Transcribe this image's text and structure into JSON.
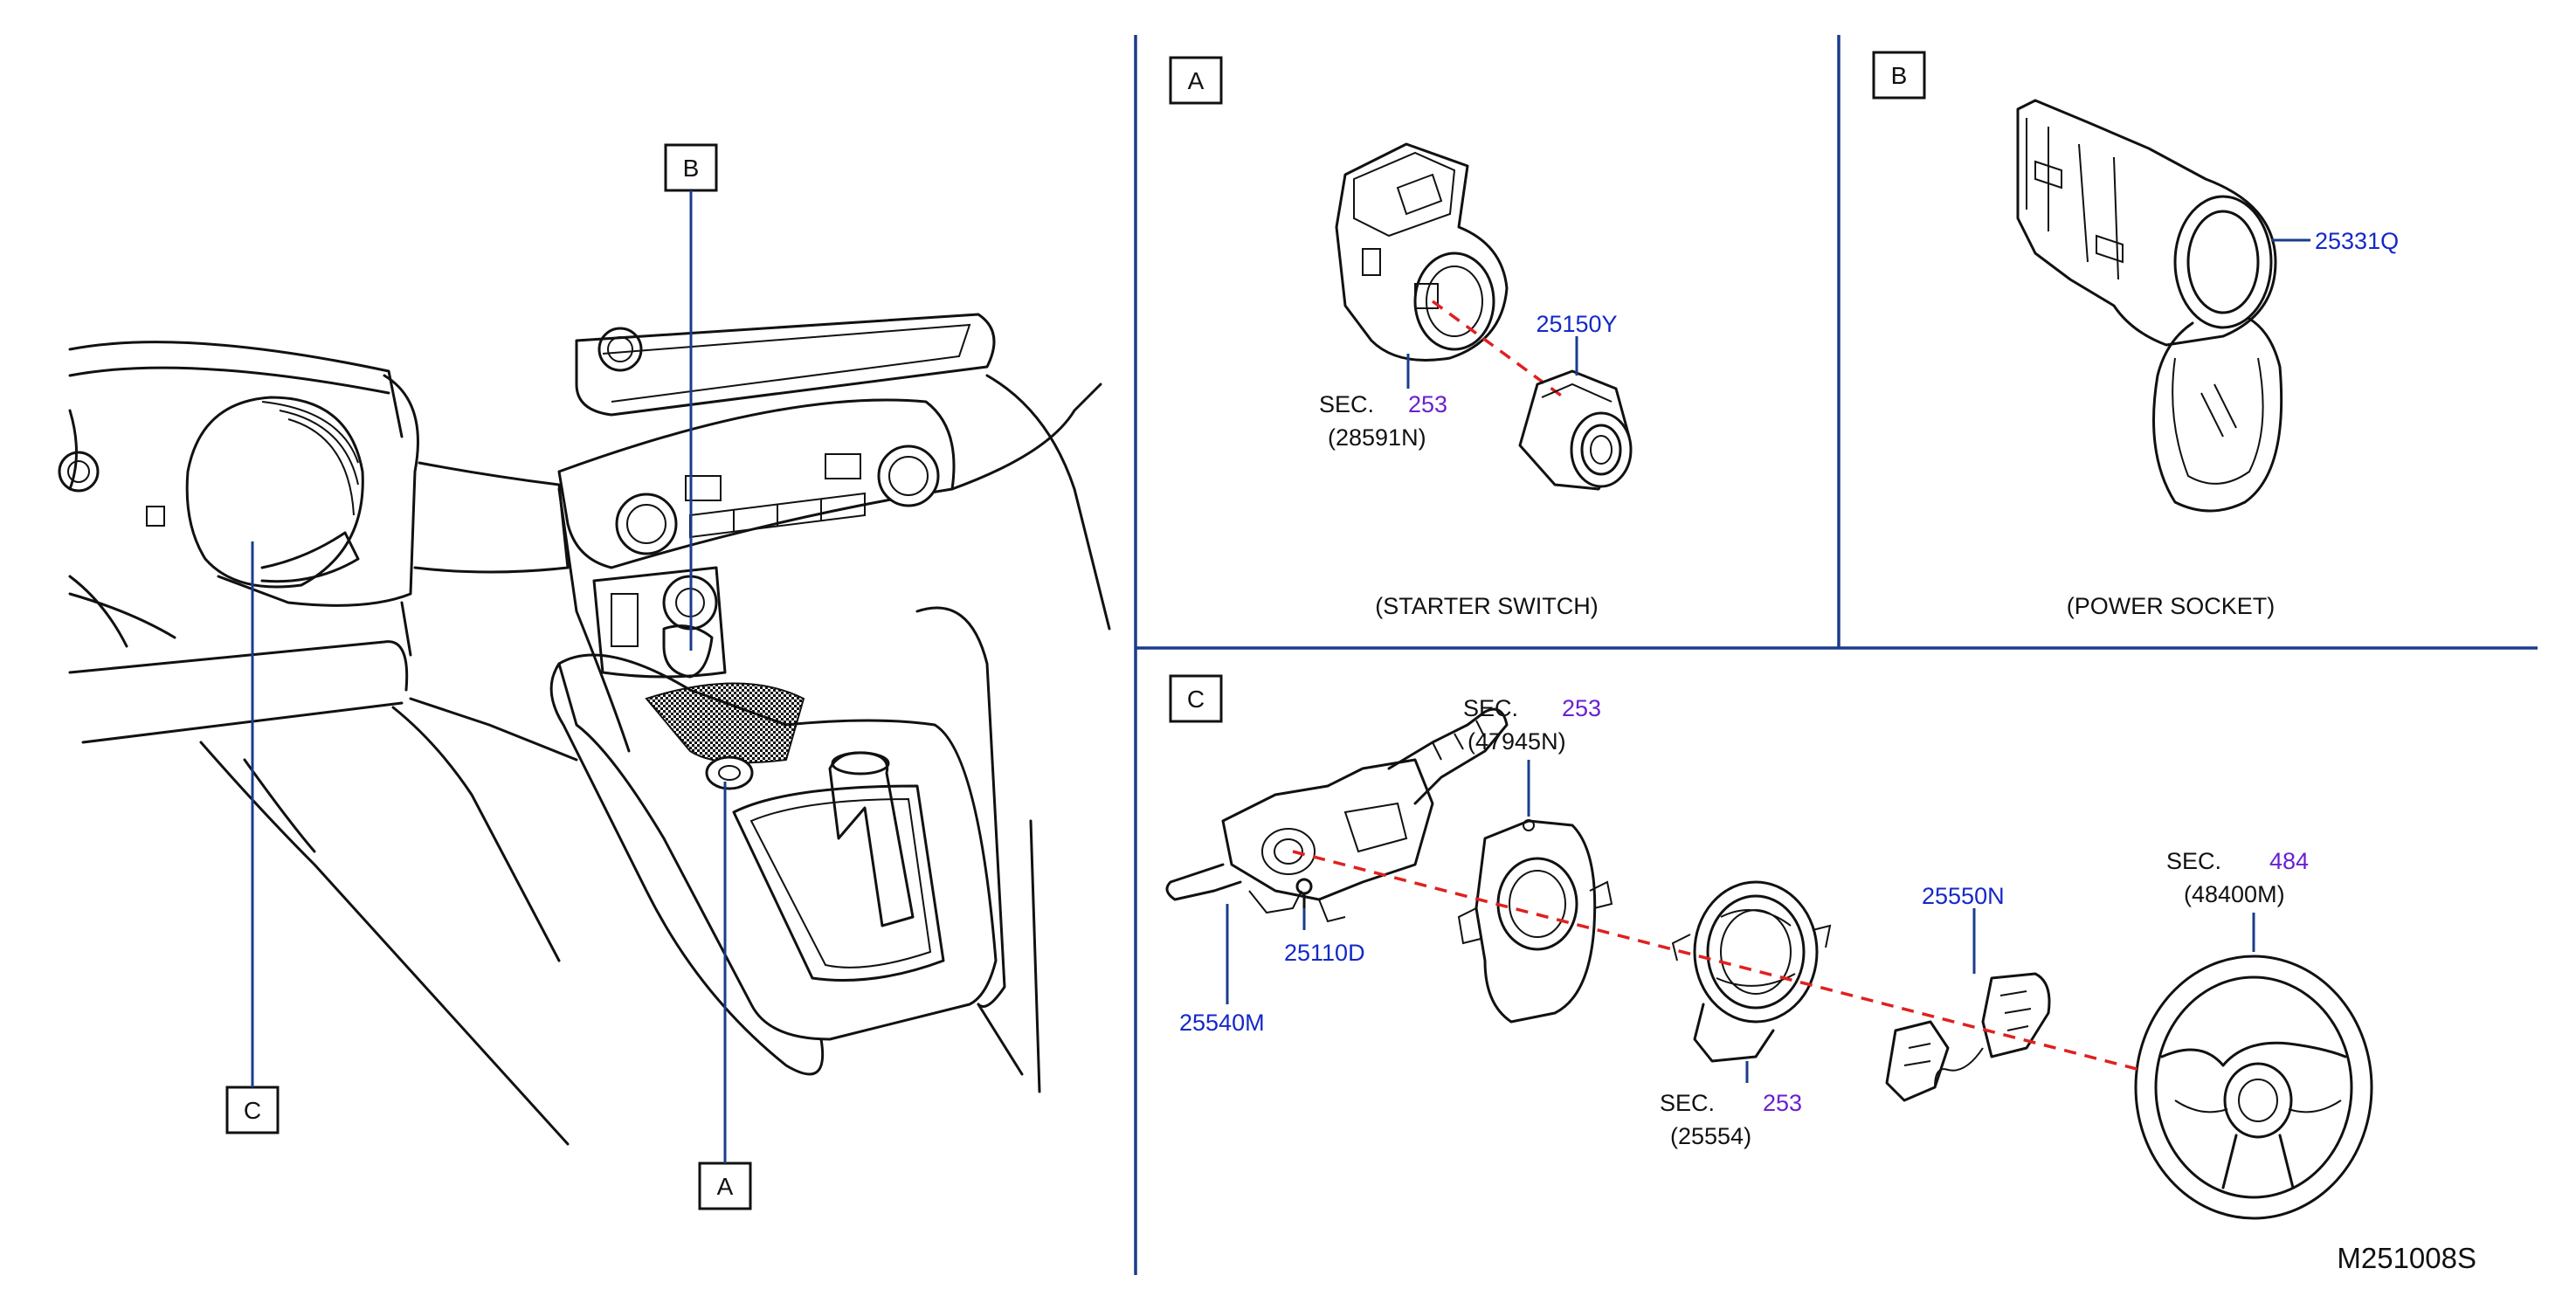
{
  "callouts": {
    "overview_a": "A",
    "overview_b": "B",
    "overview_c": "C",
    "panel_a": "A",
    "panel_b": "B",
    "panel_c": "C"
  },
  "panel_a": {
    "caption": "(STARTER   SWITCH)",
    "sec_prefix": "SEC.",
    "sec_number": "253",
    "sec_ref": "(28591N)",
    "part_25150y": "25150Y"
  },
  "panel_b": {
    "caption": "(POWER   SOCKET)",
    "part_25331q": "25331Q"
  },
  "panel_c": {
    "sec_top_prefix": "SEC.",
    "sec_top_number": "253",
    "sec_top_ref": "(47945N)",
    "sec_mid_prefix": "SEC.",
    "sec_mid_number": "253",
    "sec_mid_ref": "(25554)",
    "sec_right_prefix": "SEC.",
    "sec_right_number": "484",
    "sec_right_ref": "(48400M)",
    "part_25540m": "25540M",
    "part_25110d": "25110D",
    "part_25550n": "25550N"
  },
  "diagram_code": "M251008S",
  "colors": {
    "part_number": "#1428c8",
    "section_number": "#6a1fd0",
    "leader_line": "#1a3c8c",
    "assembly_axis": "#e02020"
  }
}
